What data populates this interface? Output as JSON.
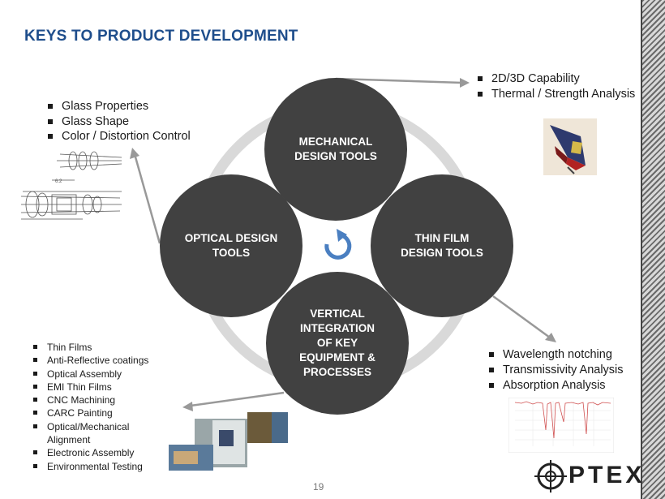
{
  "title": "KEYS TO PRODUCT DEVELOPMENT",
  "circles": {
    "mechanical": "MECHANICAL DESIGN TOOLS",
    "optical": "OPTICAL DESIGN TOOLS",
    "thin_film": "THIN FILM DESIGN TOOLS",
    "vertical": "VERTICAL INTEGRATION OF KEY EQUIPMENT & PROCESSES"
  },
  "optical_bullets": [
    "Glass Properties",
    "Glass Shape",
    "Color / Distortion Control"
  ],
  "mechanical_bullets": [
    "2D/3D Capability",
    "Thermal / Strength Analysis"
  ],
  "thin_film_bullets": [
    "Wavelength notching",
    "Transmissivity Analysis",
    "Absorption Analysis"
  ],
  "vertical_bullets": [
    "Thin Films",
    "Anti-Reflective coatings",
    "Optical Assembly",
    "EMI Thin Films",
    "CNC Machining",
    "CARC Painting",
    "Optical/Mechanical Alignment",
    "Electronic Assembly",
    "Environmental Testing"
  ],
  "lens_drawing_label": "6.2",
  "page_number": "19",
  "logo_text": "PTEX",
  "colors": {
    "title": "#1f4e8c",
    "circle": "#414141",
    "ring": "#d9d9d9",
    "cycle_icon": "#4a7fc1",
    "arrow": "#999999"
  }
}
